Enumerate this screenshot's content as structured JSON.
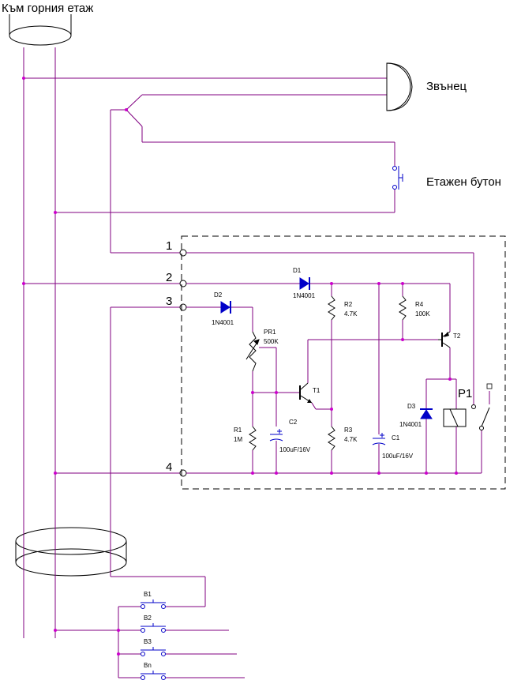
{
  "labels": {
    "top_floor": "Към горния етаж",
    "bell": "Звънец",
    "floor_button": "Етажен бутон",
    "relay": "P1"
  },
  "terminals": [
    "1",
    "2",
    "3",
    "4"
  ],
  "components": {
    "D1": {
      "name": "D1",
      "value": "1N4001"
    },
    "D2": {
      "name": "D2",
      "value": "1N4001"
    },
    "D3": {
      "name": "D3",
      "value": "1N4001"
    },
    "R1": {
      "name": "R1",
      "value": "1M"
    },
    "R2": {
      "name": "R2",
      "value": "4.7K"
    },
    "R3": {
      "name": "R3",
      "value": "4.7K"
    },
    "R4": {
      "name": "R4",
      "value": "100K"
    },
    "PR1": {
      "name": "PR1",
      "value": "500K"
    },
    "C1": {
      "name": "C1",
      "value": "100uF/16V"
    },
    "C2": {
      "name": "C2",
      "value": "100uF/16V"
    },
    "T1": {
      "name": "T1"
    },
    "T2": {
      "name": "T2"
    }
  },
  "buttons": [
    "B1",
    "B2",
    "B3",
    "Bn"
  ],
  "colors": {
    "wire": "#800080",
    "component": "#0000c8",
    "node": "#cc00cc",
    "text": "#000000"
  }
}
